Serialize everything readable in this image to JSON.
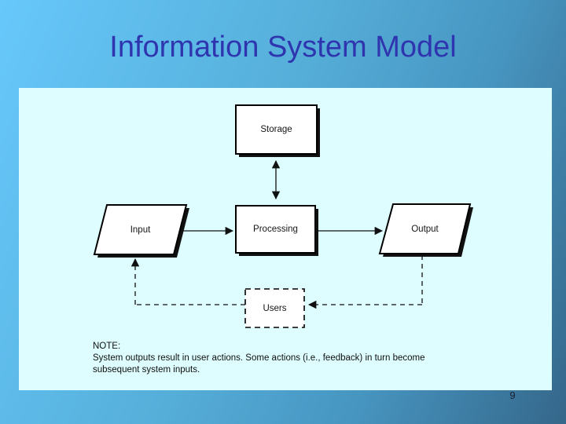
{
  "title": "Information System Model",
  "page_number": "9",
  "colors": {
    "background_top_left": "#67c8fb",
    "background_bottom_right": "#35678a",
    "panel_background": "#ddfdff",
    "title_text": "#2f35ae",
    "shape_fill": "#ffffff",
    "shape_border": "#000000",
    "shadow": "#111111"
  },
  "diagram": {
    "nodes": [
      {
        "id": "storage",
        "label": "Storage",
        "shape": "rectangle"
      },
      {
        "id": "input",
        "label": "Input",
        "shape": "parallelogram"
      },
      {
        "id": "processing",
        "label": "Processing",
        "shape": "rectangle"
      },
      {
        "id": "output",
        "label": "Output",
        "shape": "parallelogram"
      },
      {
        "id": "users",
        "label": "Users",
        "shape": "dashed-rectangle"
      }
    ],
    "edges": [
      {
        "from": "storage",
        "to": "processing",
        "style": "solid",
        "bidirectional": true
      },
      {
        "from": "input",
        "to": "processing",
        "style": "solid",
        "bidirectional": false
      },
      {
        "from": "processing",
        "to": "output",
        "style": "solid",
        "bidirectional": false
      },
      {
        "from": "output",
        "to": "users",
        "style": "dashed",
        "bidirectional": false
      },
      {
        "from": "users",
        "to": "input",
        "style": "dashed",
        "bidirectional": false
      }
    ]
  },
  "note": {
    "heading": "NOTE:",
    "line1": "System outputs result in user actions.  Some actions (i.e., feedback) in turn become",
    "line2": "subsequent system inputs."
  }
}
